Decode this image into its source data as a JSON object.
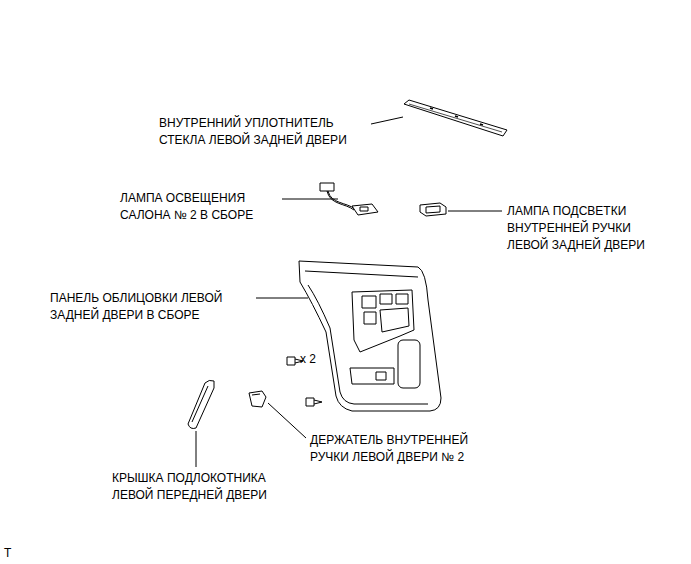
{
  "diagram": {
    "labels": [
      "ВНУТРЕННИЙ УПЛОТНИТЕЛЬ СТЕКЛА ЛЕВОЙ ЗАДНЕЙ ДВЕРИ",
      "ЛАМПА ОСВЕЩЕНИЯ САЛОНА № 2 В СБОРЕ",
      "ЛАМПА ПОДСВЕТКИ ВНУТРЕННЕЙ РУЧКИ ЛЕВОЙ ЗАДНЕЙ ДВЕРИ",
      "ПАНЕЛЬ ОБЛИЦОВКИ ЛЕВОЙ ЗАДНЕЙ ДВЕРИ В СБОРЕ",
      "x 2",
      "ДЕРЖАТЕЛЬ ВНУТРЕННЕЙ РУЧКИ ЛЕВОЙ ДВЕРИ № 2",
      "КРЫШКА ПОДЛОКОТНИКА ЛЕВОЙ ПЕРЕДНЕЙ ДВЕРИ",
      "T"
    ]
  }
}
